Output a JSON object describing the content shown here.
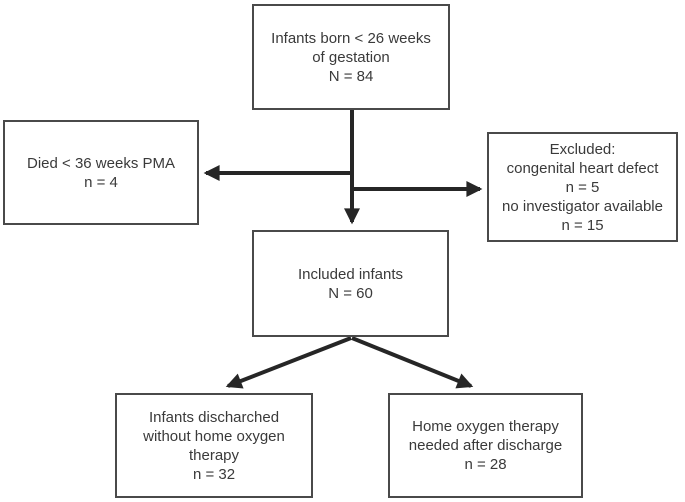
{
  "diagram": {
    "title": "Infant study enrollment flow diagram",
    "colors": {
      "bg": "#ffffff",
      "box-border": "#4a4a4a",
      "arrow": "#262626",
      "text": "#3a3a3a"
    },
    "nodes": [
      {
        "id": "infants-born",
        "lines": [
          "Infants born < 26 weeks",
          "of gestation",
          "N = 84"
        ]
      },
      {
        "id": "died",
        "lines": [
          "Died < 36 weeks PMA",
          "n = 4"
        ]
      },
      {
        "id": "excluded",
        "lines": [
          "Excluded:",
          "congenital heart defect",
          "n = 5",
          "no investigator available",
          "n = 15"
        ]
      },
      {
        "id": "included",
        "lines": [
          "Included infants",
          "N = 60"
        ]
      },
      {
        "id": "discharged-no-o2",
        "lines": [
          "Infants discharched",
          "without home oxygen",
          "therapy",
          "n = 32"
        ]
      },
      {
        "id": "home-o2",
        "lines": [
          "Home oxygen therapy",
          "needed after discharge",
          "n = 28"
        ]
      }
    ]
  }
}
